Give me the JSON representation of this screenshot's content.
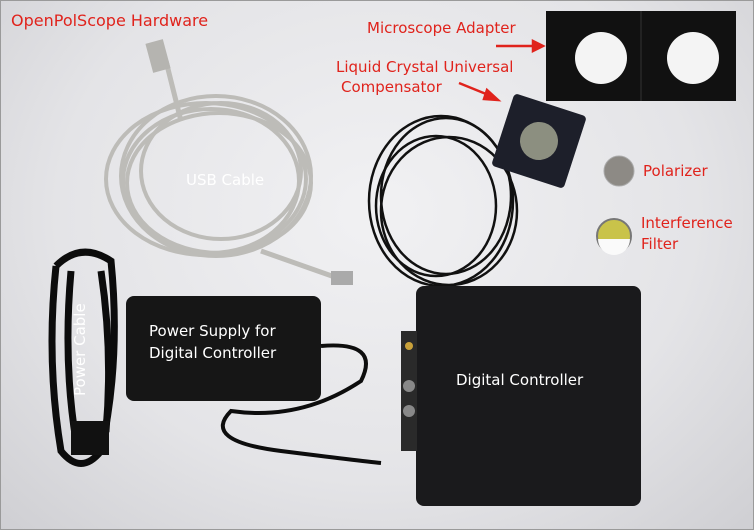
{
  "title": "OpenPolScope Hardware",
  "labels": {
    "microscope_adapter": "Microscope Adapter",
    "lc_compensator_line1": "Liquid Crystal Universal",
    "lc_compensator_line2": "Compensator",
    "usb_cable": "USB Cable",
    "polarizer": "Polarizer",
    "interference_filter_line1": "Interference",
    "interference_filter_line2": "Filter",
    "power_cable": "Power Cable",
    "power_supply_line1": "Power Supply for",
    "power_supply_line2": "Digital Controller",
    "digital_controller": "Digital Controller"
  },
  "colors": {
    "annotation": "#e0231c",
    "label_on_dark": "#ffffff"
  }
}
